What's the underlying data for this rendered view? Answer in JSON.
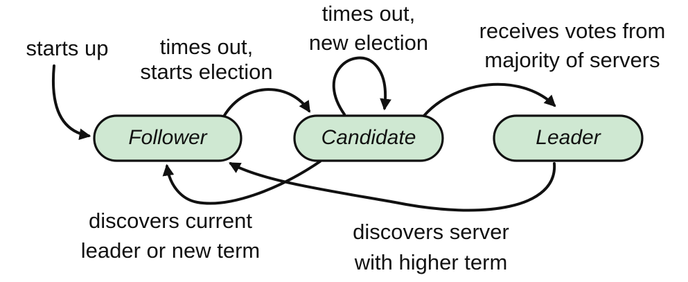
{
  "states": {
    "follower": "Follower",
    "candidate": "Candidate",
    "leader": "Leader"
  },
  "edges": {
    "starts_up": [
      "starts up"
    ],
    "follower_to_candidate": [
      "times out,",
      "starts election"
    ],
    "candidate_self": [
      "times out,",
      "new election"
    ],
    "candidate_to_leader": [
      "receives votes from",
      "majority of servers"
    ],
    "candidate_to_follower": [
      "discovers current",
      "leader or new term"
    ],
    "leader_to_follower": [
      "discovers server",
      "with higher term"
    ]
  },
  "colors": {
    "state_fill": "#cfe8d2",
    "stroke": "#111111"
  }
}
